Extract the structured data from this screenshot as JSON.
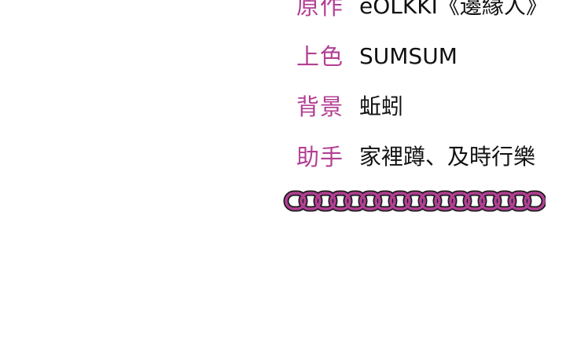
{
  "credits": [
    {
      "label": "原作",
      "value": "eOLKKI《邊緣人》"
    },
    {
      "label": "上色",
      "value": "SUMSUM"
    },
    {
      "label": "背景",
      "value": "蚯蚓"
    },
    {
      "label": "助手",
      "value": "家裡蹲、及時行樂"
    }
  ],
  "colors": {
    "label": "#b23f93",
    "value": "#111111",
    "chain_fill": "#b23f93",
    "chain_outline": "#1a1a1a",
    "background": "#ffffff"
  },
  "decoration": {
    "chain_icon": "chain-border-icon"
  }
}
